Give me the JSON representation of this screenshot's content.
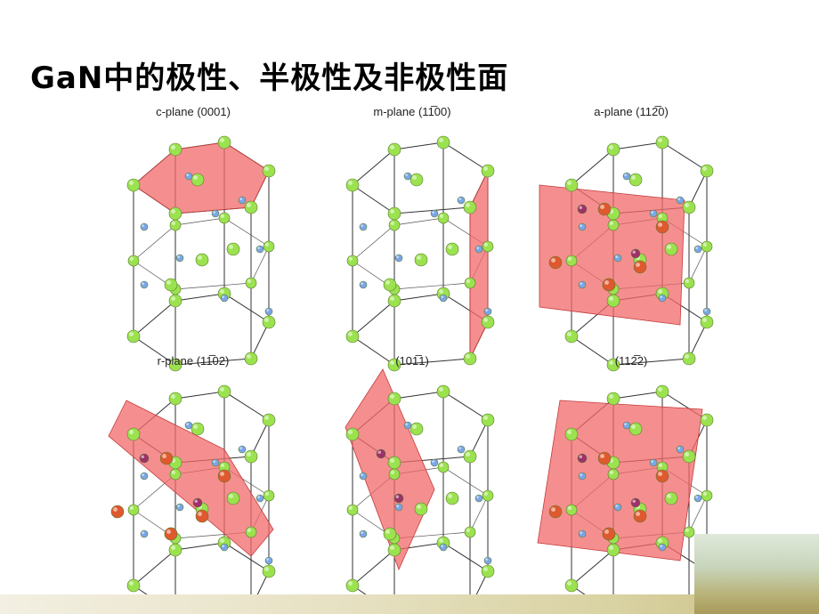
{
  "title": "GaN中的极性、半极性及非极性面",
  "panels": [
    {
      "id": "c",
      "label": "c-plane (0001)",
      "plane": "c"
    },
    {
      "id": "m",
      "label": "m-plane (1̅1̅",
      "plane": "m"
    },
    {
      "id": "a",
      "label": "a-plane (112̅0)",
      "plane": "a"
    },
    {
      "id": "r",
      "label": "r-plane (11̅02)",
      "plane": "r"
    },
    {
      "id": "s",
      "label": "(101̅1)",
      "plane": "s"
    },
    {
      "id": "sp",
      "label": "(112̅2)",
      "plane": "sp"
    }
  ],
  "colors": {
    "plane_fill": "#f26a6a",
    "ga_atom": "#9be24f",
    "n_atom": "#7aa6e8",
    "highlight_atom": "#e0592e",
    "purple_atom": "#a0306a",
    "edge": "#333333"
  }
}
